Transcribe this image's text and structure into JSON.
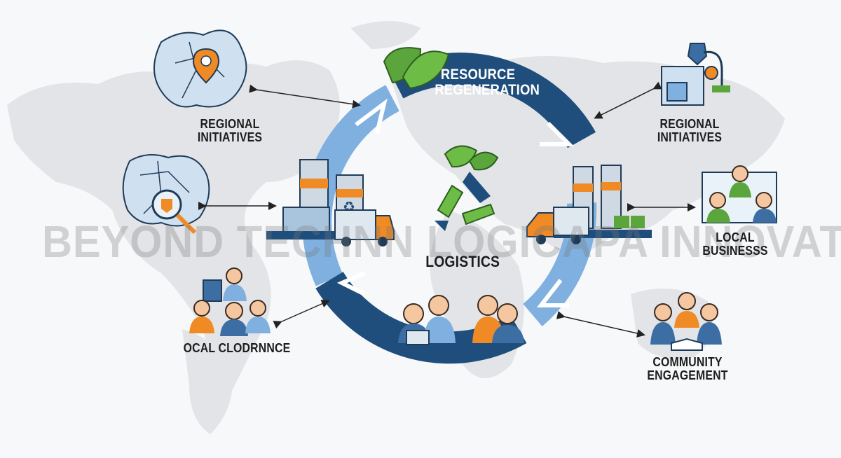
{
  "watermark": "BEYOND TECHNN LOGICAPA INNOVATION",
  "center": {
    "title_lines": [
      "RESOURCE",
      "REGENERATION"
    ],
    "logistics": "LOGISTICS"
  },
  "nodes": {
    "top_left": {
      "lines": [
        "REGIONAL",
        "INITIATIVES"
      ],
      "icon": "map-location-icon"
    },
    "mid_left": {
      "icon": "map-magnifier-icon"
    },
    "bottom_left": {
      "lines": [
        "OCAL CLODRNNCE"
      ],
      "icon": "team-group-icon"
    },
    "top_right": {
      "lines": [
        "REGIONAL",
        "INITIATIVES"
      ],
      "icon": "lab-equipment-icon"
    },
    "mid_right": {
      "lines": [
        "LOCAL",
        "BUSINESSS"
      ],
      "icon": "video-meeting-icon"
    },
    "bottom_right": {
      "lines": [
        "COMMUNITY",
        "ENGAGEMENT"
      ],
      "icon": "community-people-icon"
    }
  },
  "colors": {
    "dark_blue": "#1f4e7c",
    "light_blue": "#7fb0df",
    "orange": "#f08a24",
    "green": "#5aa63c",
    "map_gray": "#e3e5e8"
  }
}
